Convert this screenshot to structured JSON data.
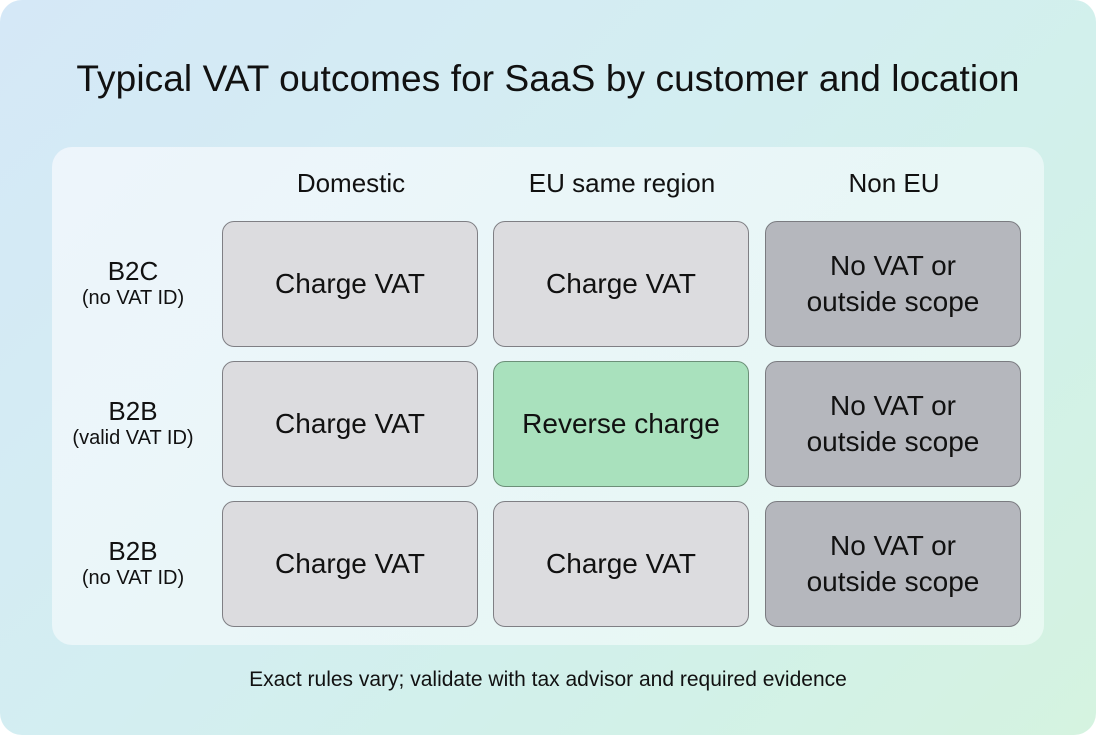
{
  "title": "Typical VAT outcomes for SaaS by customer and location",
  "columns": [
    "Domestic",
    "EU same region",
    "Non EU"
  ],
  "rows": [
    {
      "label": "B2C",
      "sublabel": "(no VAT ID)",
      "cells": [
        "Charge VAT",
        "Charge VAT",
        "No VAT or outside scope"
      ]
    },
    {
      "label": "B2B",
      "sublabel": "(valid VAT ID)",
      "cells": [
        "Charge VAT",
        "Reverse charge",
        "No VAT or outside scope"
      ]
    },
    {
      "label": "B2B",
      "sublabel": "(no VAT ID)",
      "cells": [
        "Charge VAT",
        "Charge VAT",
        "No VAT or outside scope"
      ]
    }
  ],
  "footer": "Exact rules vary; validate with tax advisor and required evidence",
  "colors": {
    "charge_vat": "#dcdcdf",
    "reverse_charge": "#a9e1bd",
    "no_vat": "#b5b7bd"
  }
}
